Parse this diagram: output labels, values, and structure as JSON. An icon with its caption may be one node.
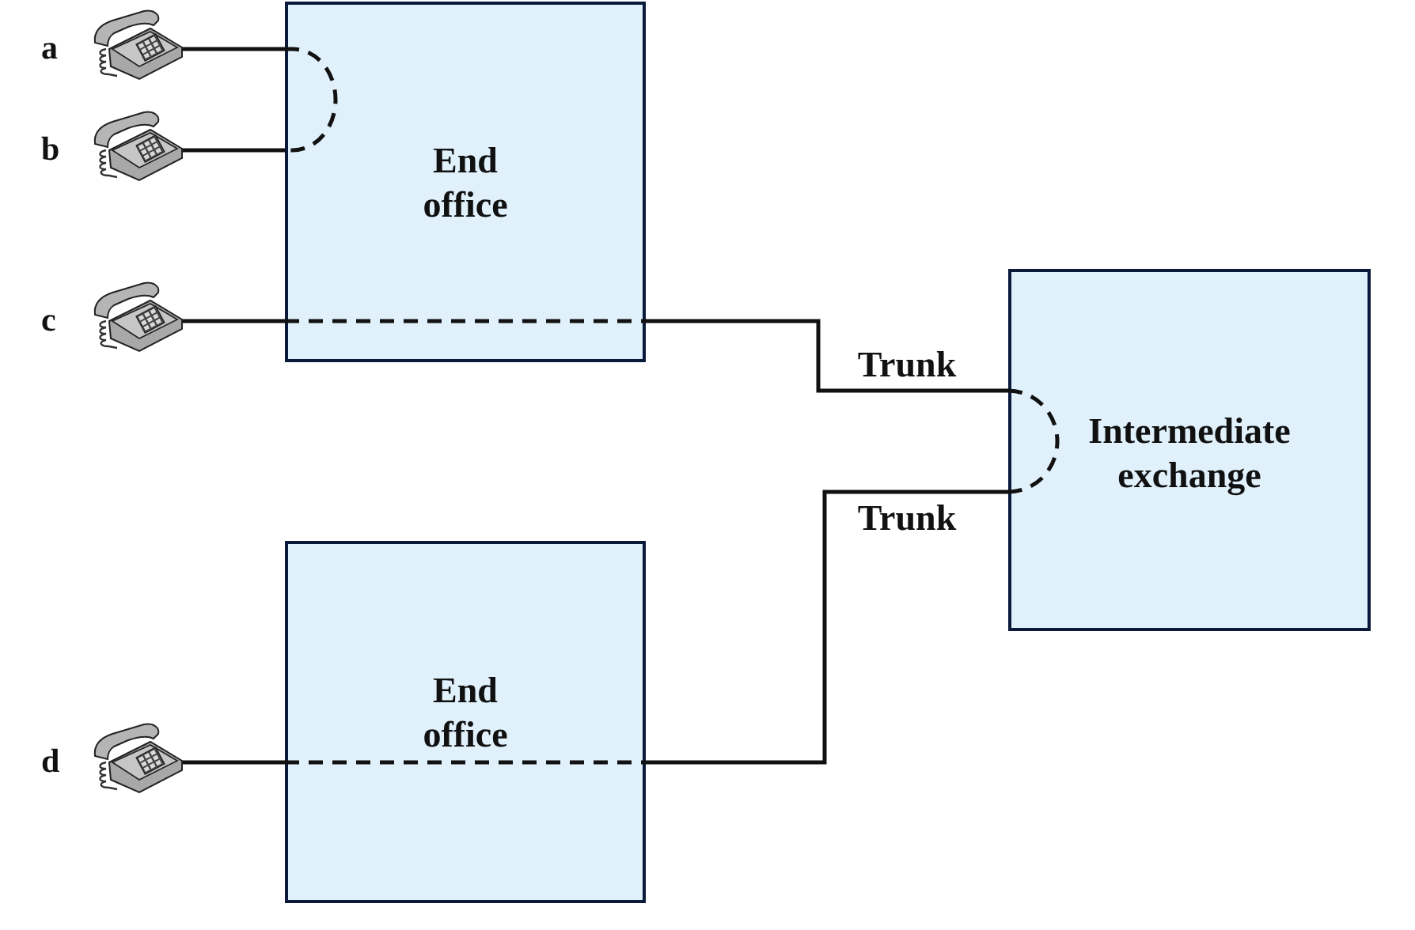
{
  "diagram": {
    "nodes": [
      {
        "text": [
          "End office"
        ]
      },
      {
        "text": [
          "Intermediate exchange"
        ]
      },
      {
        "text": [
          "End office"
        ]
      },
      {
        "text": [],
        "shape": "telephone",
        "beside": [
          "a"
        ]
      },
      {
        "text": [],
        "shape": "telephone",
        "beside": [
          "b"
        ]
      },
      {
        "text": [],
        "shape": "telephone",
        "beside": [
          "c"
        ]
      },
      {
        "text": [],
        "shape": "telephone",
        "beside": [
          "d"
        ]
      }
    ],
    "edges": [
      {
        "from": 3,
        "to": 0,
        "arrow": "none"
      },
      {
        "from": 4,
        "to": 0,
        "arrow": "none"
      },
      {
        "from": 5,
        "to": 0,
        "arrow": "none"
      },
      {
        "from": 0,
        "to": 1,
        "arrow": "none",
        "label": "Trunk"
      },
      {
        "from": 2,
        "to": 1,
        "arrow": "none",
        "label": "Trunk"
      },
      {
        "from": 6,
        "to": 2,
        "arrow": "none"
      }
    ]
  }
}
